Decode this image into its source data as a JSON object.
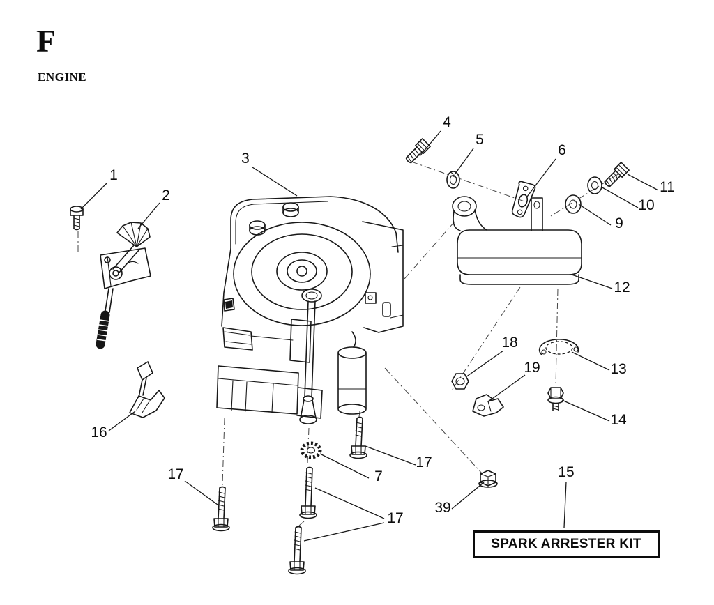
{
  "page": {
    "section_letter": "F",
    "section_title": "ENGINE"
  },
  "kit_box": {
    "label": "SPARK ARRESTER KIT"
  },
  "callouts": [
    {
      "ref": "1",
      "label": "1"
    },
    {
      "ref": "2",
      "label": "2"
    },
    {
      "ref": "3",
      "label": "3"
    },
    {
      "ref": "4",
      "label": "4"
    },
    {
      "ref": "5",
      "label": "5"
    },
    {
      "ref": "6",
      "label": "6"
    },
    {
      "ref": "11",
      "label": "11"
    },
    {
      "ref": "10",
      "label": "10"
    },
    {
      "ref": "9",
      "label": "9"
    },
    {
      "ref": "12",
      "label": "12"
    },
    {
      "ref": "13",
      "label": "13"
    },
    {
      "ref": "14",
      "label": "14"
    },
    {
      "ref": "18",
      "label": "18"
    },
    {
      "ref": "19",
      "label": "19"
    },
    {
      "ref": "16",
      "label": "16"
    },
    {
      "ref": "17-left",
      "label": "17"
    },
    {
      "ref": "7",
      "label": "7"
    },
    {
      "ref": "17-middle",
      "label": "17"
    },
    {
      "ref": "17-bottom",
      "label": "17"
    },
    {
      "ref": "39",
      "label": "39"
    },
    {
      "ref": "15",
      "label": "15"
    }
  ]
}
